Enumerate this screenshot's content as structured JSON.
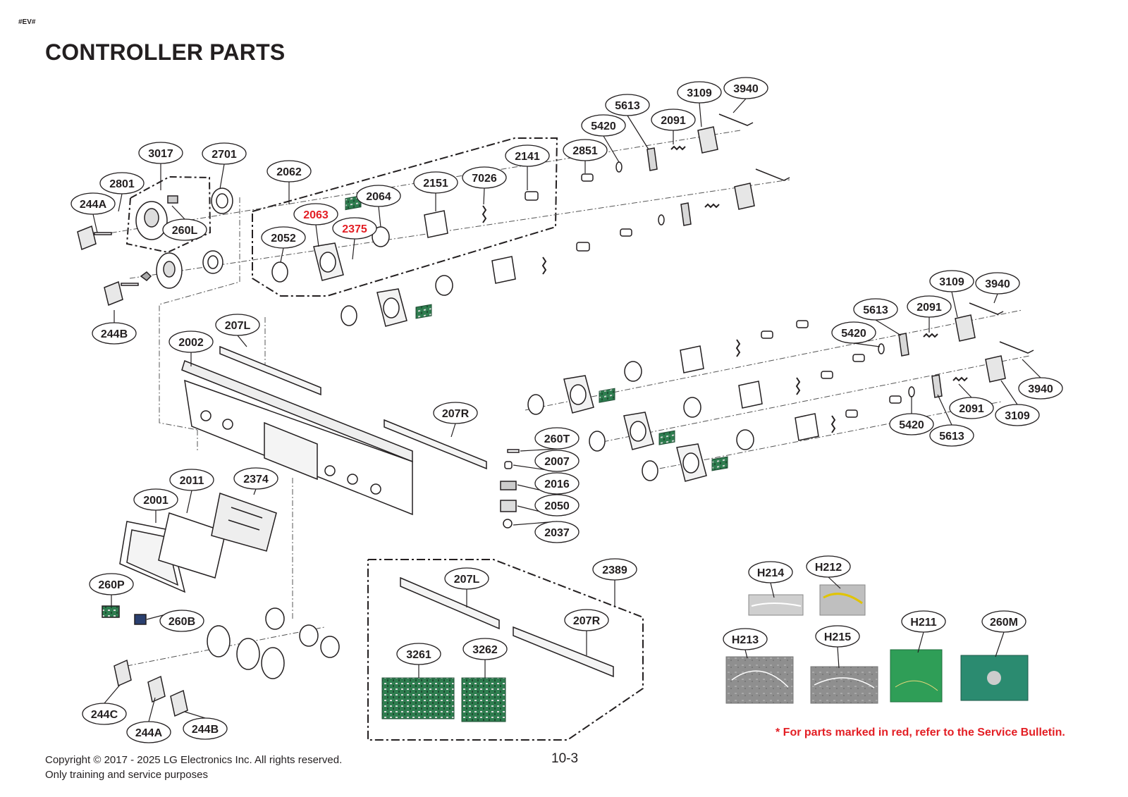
{
  "header": {
    "tag": "#EV#",
    "title": "CONTROLLER PARTS"
  },
  "footer": {
    "note": "* For parts marked in red, refer to the Service Bulletin.",
    "copyright": "Copyright © 2017 - 2025 LG Electronics Inc. All rights reserved.",
    "usage": "Only training and service purposes",
    "page_number": "10-3"
  },
  "colors": {
    "highlight": "#e31e24",
    "line": "#231f20",
    "pcb": "#2e8b57"
  },
  "callouts": [
    {
      "id": "c-244A-top",
      "label": "244A",
      "highlight": false
    },
    {
      "id": "c-2801",
      "label": "2801",
      "highlight": false
    },
    {
      "id": "c-3017",
      "label": "3017",
      "highlight": false
    },
    {
      "id": "c-2701",
      "label": "2701",
      "highlight": false
    },
    {
      "id": "c-260L",
      "label": "260L",
      "highlight": false
    },
    {
      "id": "c-244B-top",
      "label": "244B",
      "highlight": false
    },
    {
      "id": "c-2062",
      "label": "2062",
      "highlight": false
    },
    {
      "id": "c-2063",
      "label": "2063",
      "highlight": true
    },
    {
      "id": "c-2375",
      "label": "2375",
      "highlight": true
    },
    {
      "id": "c-2052",
      "label": "2052",
      "highlight": false
    },
    {
      "id": "c-2064",
      "label": "2064",
      "highlight": false
    },
    {
      "id": "c-2151",
      "label": "2151",
      "highlight": false
    },
    {
      "id": "c-7026",
      "label": "7026",
      "highlight": false
    },
    {
      "id": "c-2141",
      "label": "2141",
      "highlight": false
    },
    {
      "id": "c-2851",
      "label": "2851",
      "highlight": false
    },
    {
      "id": "c-5420-a",
      "label": "5420",
      "highlight": false
    },
    {
      "id": "c-5613-a",
      "label": "5613",
      "highlight": false
    },
    {
      "id": "c-2091-a",
      "label": "2091",
      "highlight": false
    },
    {
      "id": "c-3109-a",
      "label": "3109",
      "highlight": false
    },
    {
      "id": "c-3940-a",
      "label": "3940",
      "highlight": false
    },
    {
      "id": "c-3109-b",
      "label": "3109",
      "highlight": false
    },
    {
      "id": "c-3940-b",
      "label": "3940",
      "highlight": false
    },
    {
      "id": "c-5613-b",
      "label": "5613",
      "highlight": false
    },
    {
      "id": "c-2091-b",
      "label": "2091",
      "highlight": false
    },
    {
      "id": "c-5420-b",
      "label": "5420",
      "highlight": false
    },
    {
      "id": "c-3940-c",
      "label": "3940",
      "highlight": false
    },
    {
      "id": "c-2091-c",
      "label": "2091",
      "highlight": false
    },
    {
      "id": "c-3109-c",
      "label": "3109",
      "highlight": false
    },
    {
      "id": "c-5420-c",
      "label": "5420",
      "highlight": false
    },
    {
      "id": "c-5613-c",
      "label": "5613",
      "highlight": false
    },
    {
      "id": "c-207L-top",
      "label": "207L",
      "highlight": false
    },
    {
      "id": "c-2002",
      "label": "2002",
      "highlight": false
    },
    {
      "id": "c-207R-mid",
      "label": "207R",
      "highlight": false
    },
    {
      "id": "c-260T",
      "label": "260T",
      "highlight": false
    },
    {
      "id": "c-2007",
      "label": "2007",
      "highlight": false
    },
    {
      "id": "c-2016",
      "label": "2016",
      "highlight": false
    },
    {
      "id": "c-2050",
      "label": "2050",
      "highlight": false
    },
    {
      "id": "c-2037",
      "label": "2037",
      "highlight": false
    },
    {
      "id": "c-2011",
      "label": "2011",
      "highlight": false
    },
    {
      "id": "c-2374",
      "label": "2374",
      "highlight": false
    },
    {
      "id": "c-2001",
      "label": "2001",
      "highlight": false
    },
    {
      "id": "c-260P",
      "label": "260P",
      "highlight": false
    },
    {
      "id": "c-260B",
      "label": "260B",
      "highlight": false
    },
    {
      "id": "c-244C",
      "label": "244C",
      "highlight": false
    },
    {
      "id": "c-244A-bot",
      "label": "244A",
      "highlight": false
    },
    {
      "id": "c-244B-bot",
      "label": "244B",
      "highlight": false
    },
    {
      "id": "c-207L-box",
      "label": "207L",
      "highlight": false
    },
    {
      "id": "c-2389",
      "label": "2389",
      "highlight": false
    },
    {
      "id": "c-207R-box",
      "label": "207R",
      "highlight": false
    },
    {
      "id": "c-3261",
      "label": "3261",
      "highlight": false
    },
    {
      "id": "c-3262",
      "label": "3262",
      "highlight": false
    },
    {
      "id": "c-H214",
      "label": "H214",
      "highlight": false
    },
    {
      "id": "c-H212",
      "label": "H212",
      "highlight": false
    },
    {
      "id": "c-H211",
      "label": "H211",
      "highlight": false
    },
    {
      "id": "c-260M",
      "label": "260M",
      "highlight": false
    },
    {
      "id": "c-H213",
      "label": "H213",
      "highlight": false
    },
    {
      "id": "c-H215",
      "label": "H215",
      "highlight": false
    }
  ]
}
